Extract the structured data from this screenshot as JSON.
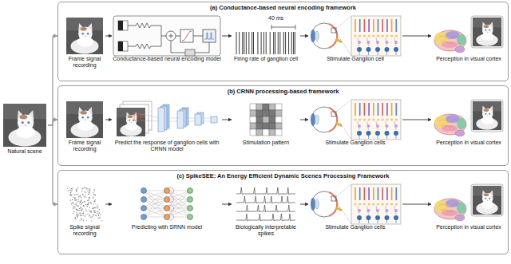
{
  "diagram": {
    "nodes": [
      {
        "text": [
          "Natural scene"
        ]
      },
      {
        "text": [
          "(a) Conductance-based neural encoding framework"
        ]
      },
      {
        "text": [
          "Frame signal recording"
        ],
        "in": 1
      },
      {
        "text": [
          "Conductance-based neural encoding model"
        ],
        "in": 1
      },
      {
        "text": [
          "Firing rate of ganglion cell"
        ],
        "in": 1
      },
      {
        "text": [
          "Stimulate Ganglion cell"
        ],
        "in": 1
      },
      {
        "text": [
          "Perception in visual cortex"
        ],
        "in": 1
      },
      {
        "text": [
          "(b) CRNN processing-based framework"
        ]
      },
      {
        "text": [
          "Frame signal recording"
        ],
        "in": 7
      },
      {
        "text": [
          "Predict the response of ganglion cells with CRNN model"
        ],
        "in": 7
      },
      {
        "text": [
          "Stimulation pattern"
        ],
        "in": 7
      },
      {
        "text": [
          "Stimulate Ganglion cells"
        ],
        "in": 7
      },
      {
        "text": [
          "Perception in visual cortex"
        ],
        "in": 7
      },
      {
        "text": [
          "(c) SpikeSEE: An Energy Efficient Dynamic Scenes Processing Framework"
        ]
      },
      {
        "text": [
          "Spike signal recording"
        ],
        "in": 13
      },
      {
        "text": [
          "Predicting with SRNN model"
        ],
        "in": 13
      },
      {
        "text": [
          "Biologically interpretable spikes"
        ],
        "in": 13
      },
      {
        "text": [
          "Stimulate Ganglion cells"
        ],
        "in": 13
      },
      {
        "text": [
          "Perception in visual cortex"
        ],
        "in": 13
      }
    ],
    "edges": [
      {
        "from": 0,
        "to": 1,
        "arrow": "to"
      },
      {
        "from": 0,
        "to": 7,
        "arrow": "to"
      },
      {
        "from": 0,
        "to": 13,
        "arrow": "to"
      },
      {
        "from": 2,
        "to": 3,
        "arrow": "to"
      },
      {
        "from": 3,
        "to": 4,
        "arrow": "to"
      },
      {
        "from": 4,
        "to": 5,
        "arrow": "to"
      },
      {
        "from": 5,
        "to": 6,
        "arrow": "to"
      },
      {
        "from": 8,
        "to": 9,
        "arrow": "to"
      },
      {
        "from": 9,
        "to": 10,
        "arrow": "to"
      },
      {
        "from": 10,
        "to": 11,
        "arrow": "to"
      },
      {
        "from": 11,
        "to": 12,
        "arrow": "to"
      },
      {
        "from": 14,
        "to": 15,
        "arrow": "to"
      },
      {
        "from": 15,
        "to": 16,
        "arrow": "to"
      },
      {
        "from": 16,
        "to": 17,
        "arrow": "to"
      },
      {
        "from": 17,
        "to": 18,
        "arrow": "to"
      }
    ],
    "labels": [
      "40 ms"
    ]
  }
}
